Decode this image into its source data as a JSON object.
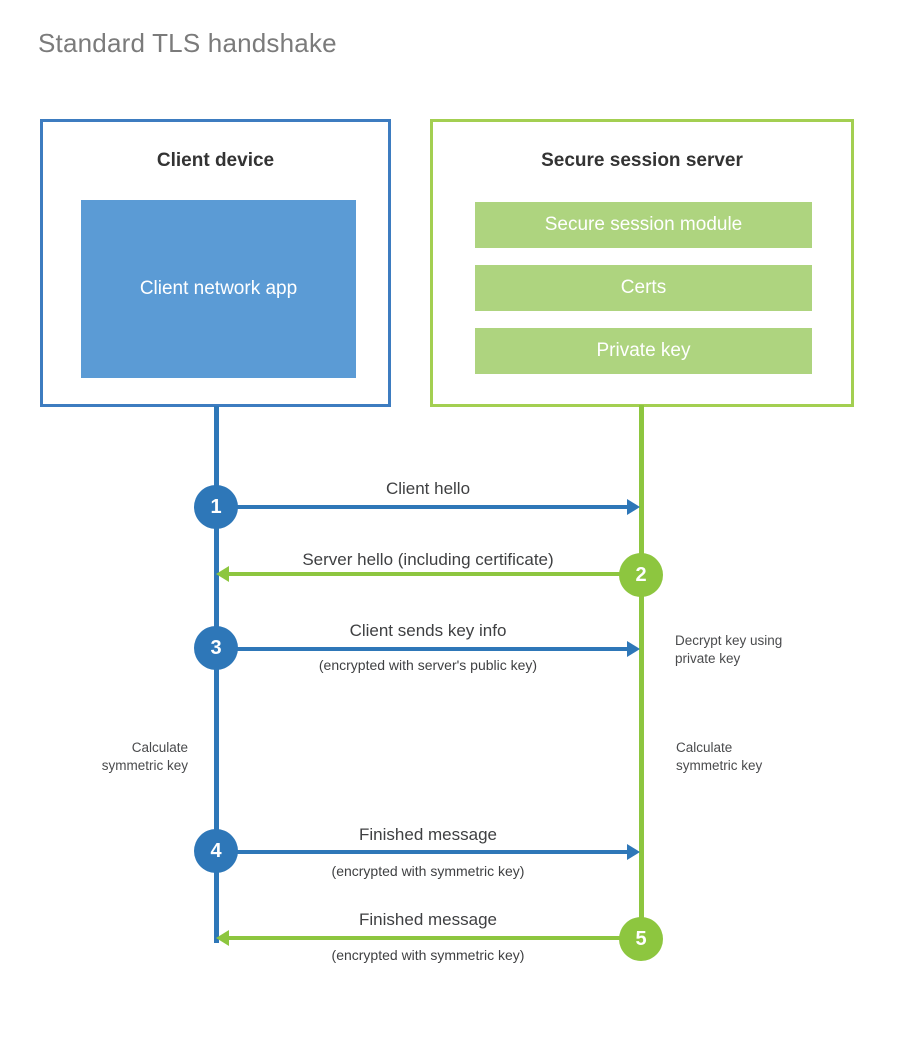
{
  "title": "Standard TLS handshake",
  "colors": {
    "client_border": "#3d7cc0",
    "client_line": "#2e77b8",
    "client_fill": "#5b9bd5",
    "server_border": "#a3cf51",
    "server_line": "#8dc63f",
    "server_fill": "#aed47f",
    "text": "#3f4042",
    "title_text": "#7b7b7b"
  },
  "client": {
    "title": "Client device",
    "app_label": "Client network\napp"
  },
  "server": {
    "title": "Secure session server",
    "blocks": [
      {
        "label": "Secure session module"
      },
      {
        "label": "Certs"
      },
      {
        "label": "Private key"
      }
    ]
  },
  "steps": [
    {
      "number": "1",
      "side": "client",
      "direction": "client-to-server",
      "label": "Client hello",
      "sublabel": ""
    },
    {
      "number": "2",
      "side": "server",
      "direction": "server-to-client",
      "label": "Server hello (including certificate)",
      "sublabel": ""
    },
    {
      "number": "3",
      "side": "client",
      "direction": "client-to-server",
      "label": "Client sends key info",
      "sublabel": "(encrypted with server's public key)"
    },
    {
      "number": "4",
      "side": "client",
      "direction": "client-to-server",
      "label": "Finished message",
      "sublabel": "(encrypted with symmetric key)"
    },
    {
      "number": "5",
      "side": "server",
      "direction": "server-to-client",
      "label": "Finished message",
      "sublabel": "(encrypted with symmetric key)"
    }
  ],
  "notes": {
    "decrypt": "Decrypt key using\nprivate key",
    "client_calculate": "Calculate\nsymmetric key",
    "server_calculate": "Calculate\nsymmetric key"
  }
}
